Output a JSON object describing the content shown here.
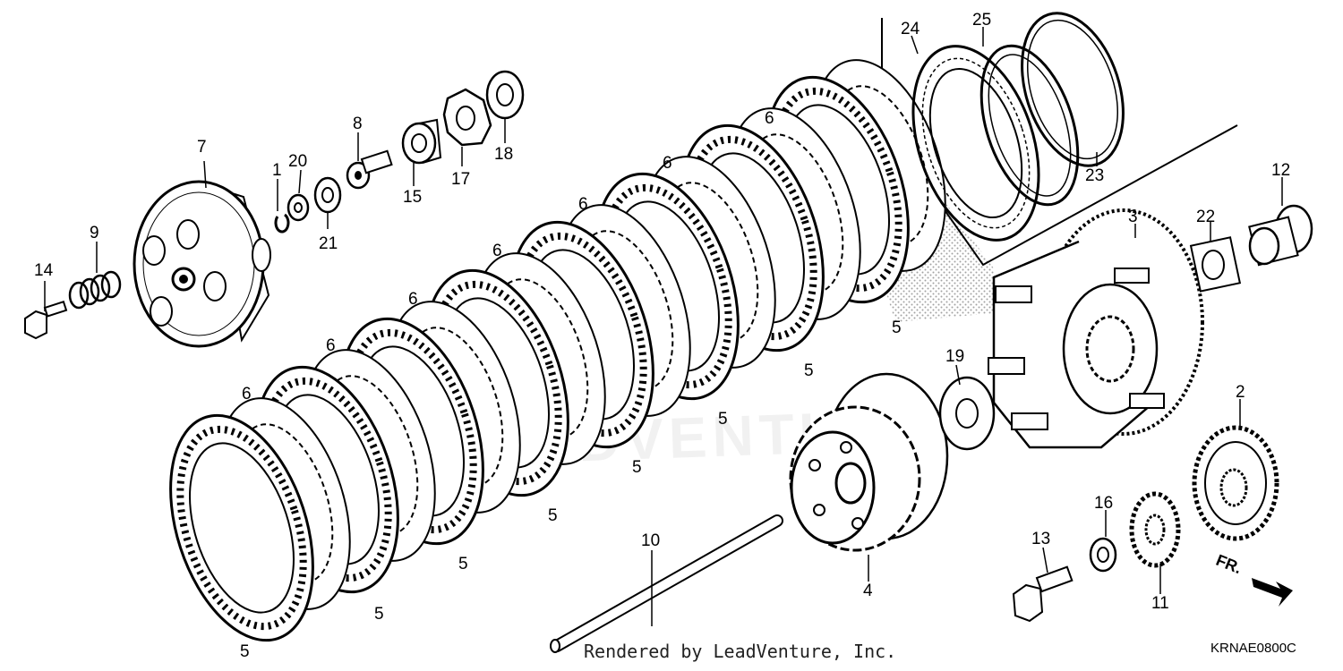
{
  "callouts": [
    {
      "id": "1",
      "label": "1"
    },
    {
      "id": "2",
      "label": "2"
    },
    {
      "id": "3",
      "label": "3"
    },
    {
      "id": "4",
      "label": "4"
    },
    {
      "id": "5",
      "label": "5"
    },
    {
      "id": "6",
      "label": "6"
    },
    {
      "id": "7",
      "label": "7"
    },
    {
      "id": "8",
      "label": "8"
    },
    {
      "id": "9",
      "label": "9"
    },
    {
      "id": "10",
      "label": "10"
    },
    {
      "id": "11",
      "label": "11"
    },
    {
      "id": "12",
      "label": "12"
    },
    {
      "id": "13",
      "label": "13"
    },
    {
      "id": "14",
      "label": "14"
    },
    {
      "id": "15",
      "label": "15"
    },
    {
      "id": "16",
      "label": "16"
    },
    {
      "id": "17",
      "label": "17"
    },
    {
      "id": "18",
      "label": "18"
    },
    {
      "id": "19",
      "label": "19"
    },
    {
      "id": "20",
      "label": "20"
    },
    {
      "id": "21",
      "label": "21"
    },
    {
      "id": "22",
      "label": "22"
    },
    {
      "id": "23",
      "label": "23"
    },
    {
      "id": "24",
      "label": "24"
    },
    {
      "id": "25",
      "label": "25"
    }
  ],
  "direction_label": "FR.",
  "watermark": "LEADVENTURE",
  "footer": {
    "credit": "Rendered by LeadVenture, Inc.",
    "diagram_code": "KRNAE0800C"
  }
}
